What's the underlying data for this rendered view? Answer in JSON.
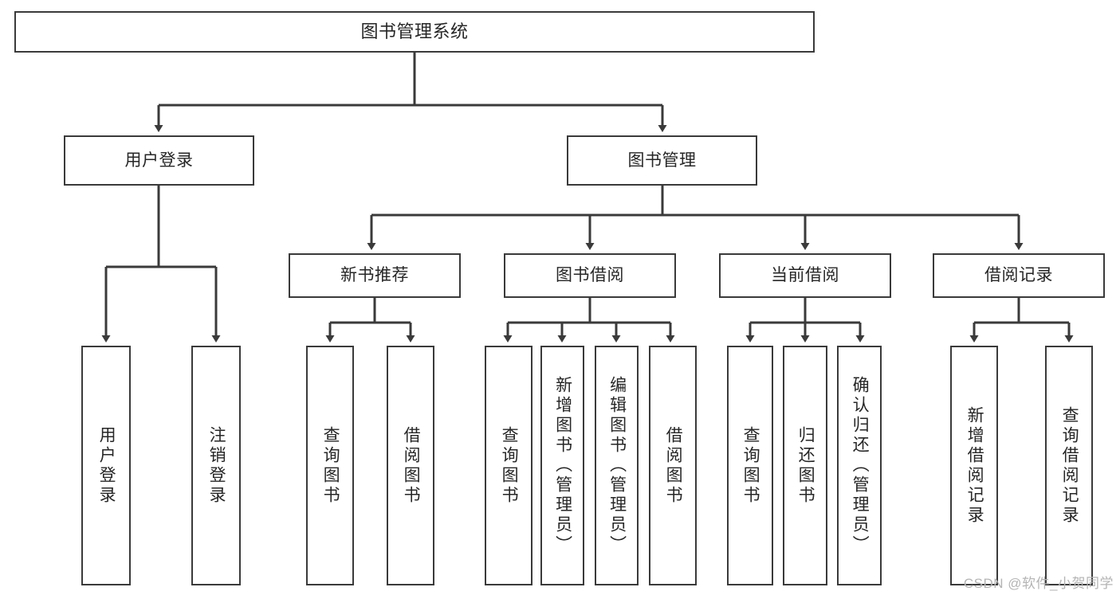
{
  "diagram": {
    "title": "图书管理系统",
    "type": "功能结构图",
    "line_color": "#3a3a3a",
    "text_color": "#262626",
    "background": "#ffffff",
    "watermark": "CSDN @软件_小贺同学"
  },
  "root": {
    "label": "图书管理系统"
  },
  "level2": [
    {
      "label": "用户登录"
    },
    {
      "label": "图书管理"
    }
  ],
  "level3": [
    {
      "label": "新书推荐"
    },
    {
      "label": "图书借阅"
    },
    {
      "label": "当前借阅"
    },
    {
      "label": "借阅记录"
    }
  ],
  "leaves": {
    "user_login": [
      {
        "label": "用户登录"
      },
      {
        "label": "注销登录"
      }
    ],
    "new_book_recommend": [
      {
        "label": "查询图书"
      },
      {
        "label": "借阅图书"
      }
    ],
    "book_borrow": [
      {
        "label": "查询图书"
      },
      {
        "label": "新增图书（管理员）"
      },
      {
        "label": "编辑图书（管理员）"
      },
      {
        "label": "借阅图书"
      }
    ],
    "current_borrow": [
      {
        "label": "查询图书"
      },
      {
        "label": "归还图书"
      },
      {
        "label": "确认归还（管理员）"
      }
    ],
    "borrow_records": [
      {
        "label": "新增借阅记录"
      },
      {
        "label": "查询借阅记录"
      }
    ]
  }
}
